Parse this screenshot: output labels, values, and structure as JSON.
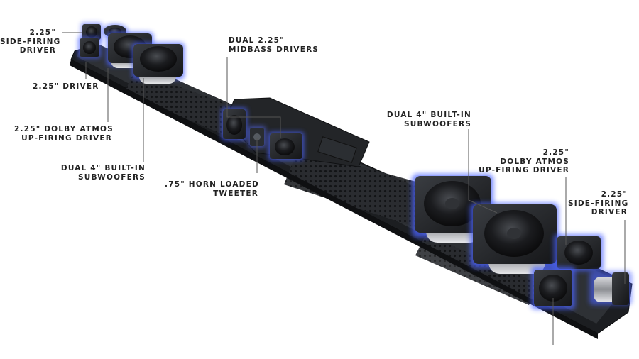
{
  "callouts": {
    "left_side_firing": [
      "2.25\"",
      "SIDE-FIRING",
      "DRIVER"
    ],
    "left_driver": [
      "2.25\" DRIVER"
    ],
    "left_dolby": [
      "2.25\" DOLBY ATMOS",
      "UP-FIRING DRIVER"
    ],
    "left_subwoofers": [
      "DUAL 4\" BUILT-IN",
      "SUBWOOFERS"
    ],
    "tweeter": [
      ".75\" HORN LOADED",
      "TWEETER"
    ],
    "midbass": [
      "DUAL 2.25\"",
      "MIDBASS DRIVERS"
    ],
    "right_subwoofers": [
      "DUAL 4\" BUILT-IN",
      "SUBWOOFERS"
    ],
    "right_dolby": [
      "2.25\"",
      "DOLBY ATMOS",
      "UP-FIRING DRIVER"
    ],
    "right_side_firing": [
      "2.25\"",
      "SIDE-FIRING",
      "DRIVER"
    ]
  },
  "colors": {
    "background": "#ffffff",
    "body": "#1f2124",
    "body_top": "#34373b",
    "glow": "#3b5bff",
    "text": "#222222",
    "leader": "#555555"
  }
}
